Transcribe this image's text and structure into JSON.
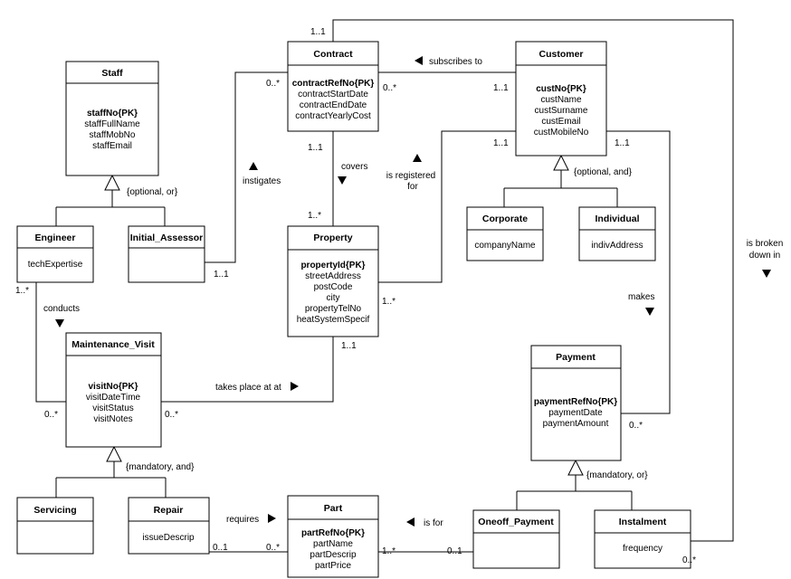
{
  "classes": {
    "staff": {
      "name": "Staff",
      "pk": "staffNo{PK}",
      "attrs": [
        "staffFullName",
        "staffMobNo",
        "staffEmail"
      ]
    },
    "engineer": {
      "name": "Engineer",
      "attrs": [
        "techExpertise"
      ]
    },
    "initial_assessor": {
      "name": "Initial_Assessor"
    },
    "contract": {
      "name": "Contract",
      "pk": "contractRefNo{PK}",
      "attrs": [
        "contractStartDate",
        "contractEndDate",
        "contractYearlyCost"
      ]
    },
    "customer": {
      "name": "Customer",
      "pk": "custNo{PK}",
      "attrs": [
        "custName",
        "custSurname",
        "custEmail",
        "custMobileNo"
      ]
    },
    "corporate": {
      "name": "Corporate",
      "attrs": [
        "companyName"
      ]
    },
    "individual": {
      "name": "Individual",
      "attrs": [
        "indivAddress"
      ]
    },
    "property": {
      "name": "Property",
      "pk": "propertyId{PK}",
      "attrs": [
        "streetAddress",
        "postCode",
        "city",
        "propertyTelNo",
        "heatSystemSpecif"
      ]
    },
    "maintenance_visit": {
      "name": "Maintenance_Visit",
      "pk": "visitNo{PK}",
      "attrs": [
        "visitDateTime",
        "visitStatus",
        "visitNotes"
      ]
    },
    "servicing": {
      "name": "Servicing"
    },
    "repair": {
      "name": "Repair",
      "attrs": [
        "issueDescrip"
      ]
    },
    "part": {
      "name": "Part",
      "pk": "partRefNo{PK}",
      "attrs": [
        "partName",
        "partDescrip",
        "partPrice"
      ]
    },
    "payment": {
      "name": "Payment",
      "pk": "paymentRefNo{PK}",
      "attrs": [
        "paymentDate",
        "paymentAmount"
      ]
    },
    "oneoff_payment": {
      "name": "Oneoff_Payment"
    },
    "instalment": {
      "name": "Instalment",
      "attrs": [
        "frequency"
      ]
    }
  },
  "constraints": {
    "staff": "{optional, or}",
    "customer": "{optional, and}",
    "visit": "{mandatory, and}",
    "payment": "{mandatory, or}"
  },
  "associations": {
    "subscribes_to": {
      "label": "subscribes to",
      "m1": "0..*",
      "m2": "1..1"
    },
    "instigates": {
      "label": "instigates",
      "m1": "0..*",
      "m2": "1..1"
    },
    "covers": {
      "label": "covers",
      "m1": "1..1",
      "m2": "1..*"
    },
    "registered": {
      "line1": "is registered",
      "line2": "for",
      "m1": "1..1",
      "m2": "1..*"
    },
    "conducts": {
      "label": "conducts",
      "m1": "1..*",
      "m2": "0..*"
    },
    "takes_place": {
      "label": "takes place at  at",
      "m1": "0..*",
      "m2": "1..1"
    },
    "requires": {
      "label": "requires",
      "m1": "0..1",
      "m2": "0..*"
    },
    "is_for": {
      "label": "is for",
      "m1": "1..*",
      "m2": "0..1"
    },
    "makes": {
      "label": "makes",
      "m1": "1..1",
      "m2": "0..*"
    },
    "broken_down": {
      "line1": "is broken",
      "line2": "down in",
      "m1": "1..1",
      "m2": "0..*"
    }
  }
}
